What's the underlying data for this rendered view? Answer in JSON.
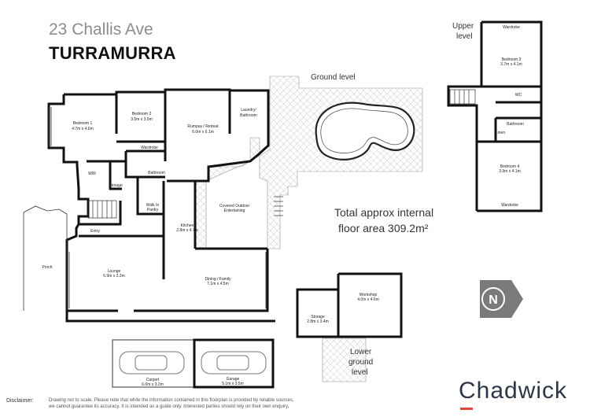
{
  "header": {
    "address": "23 Challis Ave",
    "suburb": "TURRAMURRA"
  },
  "levels": {
    "ground": "Ground level",
    "upper": [
      "Upper",
      "level"
    ],
    "lower": [
      "Lower",
      "ground",
      "level"
    ]
  },
  "rooms": {
    "bedroom1": [
      "Bedroom 1",
      "4.7m x 4.6m"
    ],
    "bedroom2": [
      "Bedroom 2",
      "3.5m x 3.5m"
    ],
    "rumpus": [
      "Rumpus / Retreat",
      "6.0m x 6.1m"
    ],
    "laundry": [
      "Laundry/",
      "Bathroom"
    ],
    "wardrobe": "Wardrobe",
    "bathroom": "Bathroom",
    "wir": "WIR",
    "storage_small": "Storage",
    "walkin": [
      "Walk In",
      "Pantry"
    ],
    "kitchen": [
      "Kitchen",
      "2.8m x 4.7m"
    ],
    "covered": [
      "Covered Outdoor",
      "Entertaining"
    ],
    "entry": "Entry",
    "porch": "Porch",
    "lounge": [
      "Lounge",
      "6.9m x 3.3m"
    ],
    "dining": [
      "Dining / Family",
      "7.1m x 4.5m"
    ],
    "wardrobe_top": "Wardrobe",
    "bedroom3": [
      "Bedroom 3",
      "3.7m x 4.1m"
    ],
    "wc": "WC",
    "bathroom_upper": "Bathroom",
    "linen": "Linen",
    "bedroom4": [
      "Bedroom 4",
      "3.9m x 4.1m"
    ],
    "wardrobe_bottom": "Wardrobe",
    "workshop": [
      "Workshop",
      "4.0m x 4.6m"
    ],
    "storage_lower": [
      "Storage",
      "2.8m x 3.4m"
    ],
    "carport": [
      "Carport",
      "6.0m x 3.2m"
    ],
    "garage": [
      "Garage",
      "5.1m x 3.5m"
    ]
  },
  "area": {
    "line1": "Total approx internal",
    "line2": "floor area 309.2m²"
  },
  "compass": {
    "letter": "N"
  },
  "footer": {
    "disclaimer_label": "Disclaimer:",
    "disclaimer_line1": "Drawing not to scale. Please note that while the information contained in this floorplan is provided by reliable sources,",
    "disclaimer_line2": "we cannot guarantee its accuracy. It is intended as a guide only. Interested parties should rely on their own enquiry.",
    "brand": "Chadwick"
  },
  "colors": {
    "wall": "#111111",
    "hatch": "#bdbdbd",
    "brand_text": "#2b3646",
    "brand_accent": "#e2443a",
    "compass": "#7a7a7a"
  }
}
